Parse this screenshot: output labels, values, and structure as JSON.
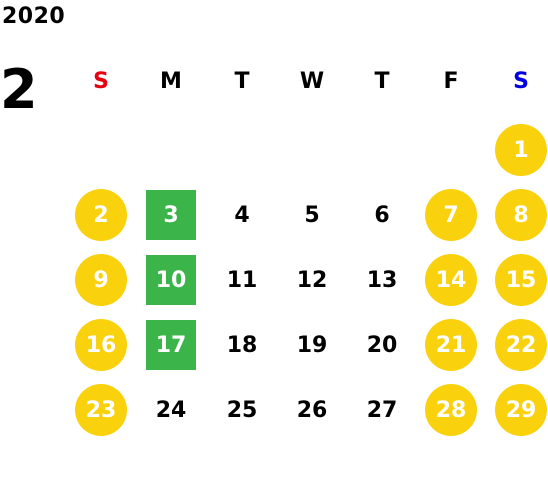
{
  "year": "2020",
  "month": "2",
  "colors": {
    "weekend_circle": "#F9D10C",
    "highlight_square": "#3BB54A",
    "sunday_header": "#E60012",
    "saturday_header": "#0000E0",
    "text": "#000000"
  },
  "weekday_headers": [
    {
      "label": "S",
      "kind": "sunday"
    },
    {
      "label": "M",
      "kind": "weekday"
    },
    {
      "label": "T",
      "kind": "weekday"
    },
    {
      "label": "W",
      "kind": "weekday"
    },
    {
      "label": "T",
      "kind": "weekday"
    },
    {
      "label": "F",
      "kind": "weekday"
    },
    {
      "label": "S",
      "kind": "saturday"
    }
  ],
  "weeks": [
    [
      null,
      null,
      null,
      null,
      null,
      null,
      {
        "day": "1",
        "style": "circle"
      }
    ],
    [
      {
        "day": "2",
        "style": "circle"
      },
      {
        "day": "3",
        "style": "square"
      },
      {
        "day": "4",
        "style": "plain"
      },
      {
        "day": "5",
        "style": "plain"
      },
      {
        "day": "6",
        "style": "plain"
      },
      {
        "day": "7",
        "style": "circle"
      },
      {
        "day": "8",
        "style": "circle"
      }
    ],
    [
      {
        "day": "9",
        "style": "circle"
      },
      {
        "day": "10",
        "style": "square"
      },
      {
        "day": "11",
        "style": "plain"
      },
      {
        "day": "12",
        "style": "plain"
      },
      {
        "day": "13",
        "style": "plain"
      },
      {
        "day": "14",
        "style": "circle"
      },
      {
        "day": "15",
        "style": "circle"
      }
    ],
    [
      {
        "day": "16",
        "style": "circle"
      },
      {
        "day": "17",
        "style": "square"
      },
      {
        "day": "18",
        "style": "plain"
      },
      {
        "day": "19",
        "style": "plain"
      },
      {
        "day": "20",
        "style": "plain"
      },
      {
        "day": "21",
        "style": "circle"
      },
      {
        "day": "22",
        "style": "circle"
      }
    ],
    [
      {
        "day": "23",
        "style": "circle"
      },
      {
        "day": "24",
        "style": "plain"
      },
      {
        "day": "25",
        "style": "plain"
      },
      {
        "day": "26",
        "style": "plain"
      },
      {
        "day": "27",
        "style": "plain"
      },
      {
        "day": "28",
        "style": "circle"
      },
      {
        "day": "29",
        "style": "circle"
      }
    ]
  ]
}
